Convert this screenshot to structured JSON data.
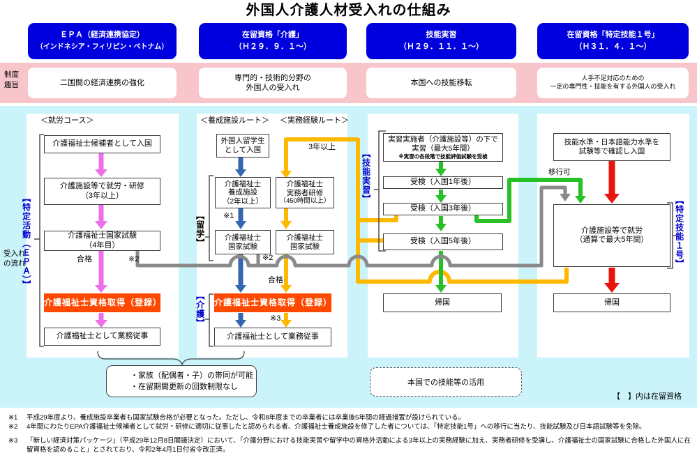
{
  "title": "外国人介護人材受入れの仕組み",
  "legend": "【　】内は在留資格",
  "row_labels": {
    "purpose_l1": "制度",
    "purpose_l2": "趣旨",
    "flow_l1": "受入れ",
    "flow_l2": "の流れ"
  },
  "headers": {
    "epa": {
      "l1": "ＥＰＡ（経済連携協定）",
      "l2": "（インドネシア・フィリピン・ベトナム）"
    },
    "kaigo": {
      "l1": "在留資格「介護」",
      "l2": "（Ｈ２９．９．１～）"
    },
    "ginou": {
      "l1": "技能実習",
      "l2": "（Ｈ２９．１１．１～）"
    },
    "tokutei": {
      "l1": "在留資格「特定技能１号」",
      "l2": "（Ｈ３１．４．１～）"
    }
  },
  "purposes": {
    "epa": "二国間の経済連携の強化",
    "kaigo_l1": "専門的・技術的分野の",
    "kaigo_l2": "外国人の受入れ",
    "ginou": "本国への技能移転",
    "tokutei_l1": "人手不足対応のための",
    "tokutei_l2": "一定の専門性・技能を有する外国人の受入れ"
  },
  "col_epa": {
    "course": "＜就労コース＞",
    "side": "【特定活動（ＥＰＡ）】",
    "b1": "介護福祉士候補者として入国",
    "b2l1": "介護施設等で就労・研修",
    "b2l2": "（3年以上）",
    "b3l1": "介護福祉士国家試験",
    "b3l2": "（4年目）",
    "pass": "合格",
    "ref2": "※2",
    "b4": "介護福祉士資格取得（登録）",
    "b5": "介護福祉士として業務従事"
  },
  "col_ryugaku": {
    "route_a": "＜養成施設ルート＞",
    "route_b": "＜実務経験ルート＞",
    "side_top": "【留学】",
    "side_bottom": "【介護】",
    "a1l1": "外国人留学生",
    "a1l2": "として入国",
    "a2l1": "介護福祉士",
    "a2l2": "養成施設",
    "a2l3": "（2年以上）",
    "ref1": "※1",
    "a3l1": "介護福祉士",
    "a3l2": "国家試験",
    "b_years": "3年以上",
    "b1l1": "介護福祉士",
    "b1l2": "実務者研修",
    "b1l3": "（450時間以上）",
    "b2l1": "介護福祉士",
    "b2l2": "国家試験",
    "ref2": "※2",
    "pass": "合格",
    "b4": "介護福祉士資格取得（登録）",
    "ref3": "※3",
    "b5": "介護福祉士として業務従事"
  },
  "col_ginou": {
    "side": "【技能実習】",
    "b1l1": "実習実施者（介護施設等）の下で",
    "b1l2": "実習（最大5年間）",
    "b1l3": "※実習の各段階で技能評価試験を受検",
    "b2": "受検（入国1年後）",
    "b3": "受検（入国3年後）",
    "b4": "受検（入国5年後）",
    "b5": "帰国"
  },
  "col_tokutei": {
    "b1l1": "技能水準・日本語能力水準を",
    "b1l2": "試験等で確認し入国",
    "transfer": "移行可",
    "b2l1": "介護施設等で就労",
    "b2l2": "（通算で最大5年間）",
    "side": "【特定技能１号】",
    "b3": "帰国"
  },
  "notes_boxes": {
    "family_l1": "・家族（配偶者・子）の帯同が可能",
    "family_l2": "・在留期間更新の回数制限なし",
    "skill": "本国での技能等の活用"
  },
  "footnotes": {
    "m1": "※1",
    "t1": "平成29年度より、養成施設卒業者も国家試験合格が必要となった。ただし、令和8年度までの卒業者には卒業後5年間の経過措置が設けられている。",
    "m2": "※2",
    "t2": "4年間にわたりEPA介護福祉士候補者として就労・研修に適切に従事したと認められる者、介護福祉士養成施設を修了した者については、「特定技能1号」への移行に当たり、技能試験及び日本語試験等を免除。",
    "m3": "※3",
    "t3": "「新しい経済対策パッケージ」（平成29年12月8日閣議決定）において、「介護分野における技能実習や留学中の資格外活動による3年以上の実務経験に加え、実務者研修を受講し、介護福祉士の国家試験に合格した外国人に在留資格を認めること」とされており、令和2年4月1日付省令改正済。"
  },
  "colors": {
    "header_blue": "#0000DE",
    "band_pink": "#F8C5CB",
    "flow_bg_cyan": "#CBF3FA",
    "epa_route_pink": "#EE6FEA",
    "study_route_blue": "#3566B0",
    "experience_route_yellow": "#FFB800",
    "training_route_green": "#27C127",
    "transfer_route_gray": "#8A8A8A",
    "tokutei_route_red": "#E8150C",
    "qualification_orange": "#FF4900",
    "label_blue": "#0000CD"
  }
}
